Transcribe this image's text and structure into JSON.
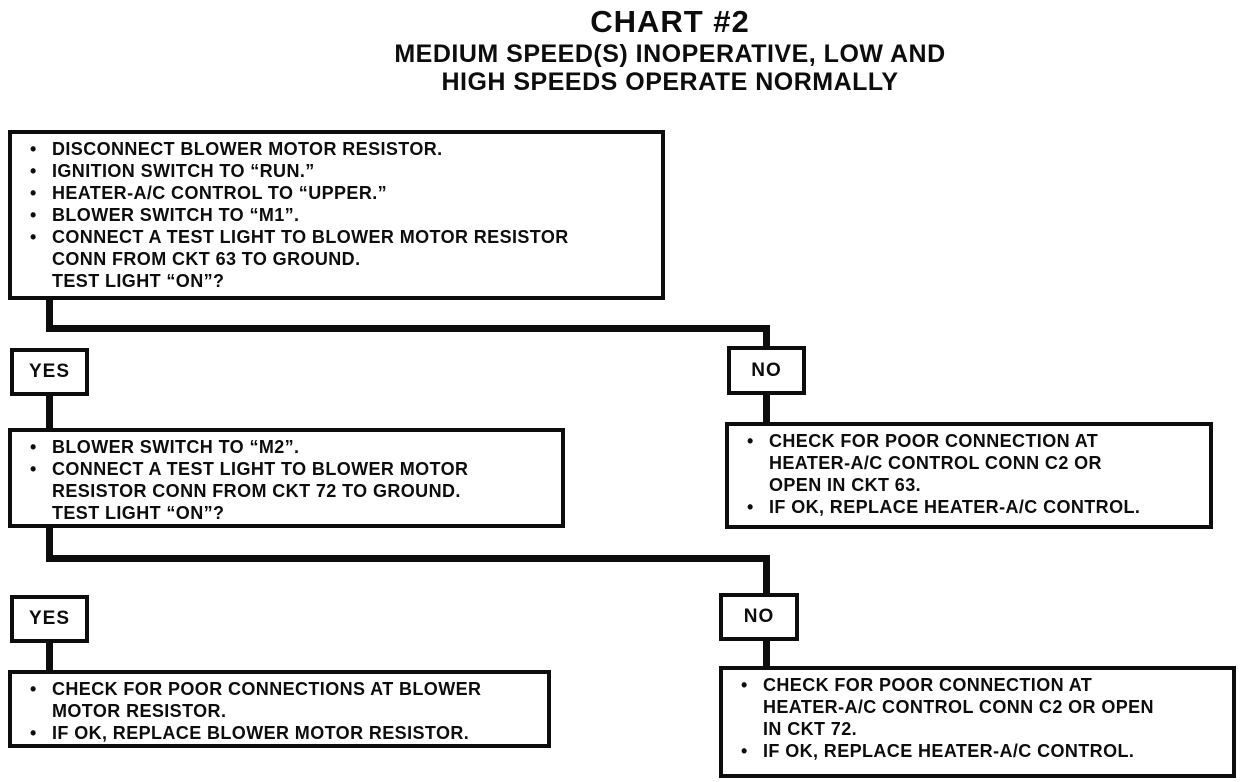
{
  "glyphs": {
    "bullet": "•"
  },
  "colors": {
    "ink": "#0d0d0d",
    "paper": "#ffffff"
  },
  "title": {
    "heading": "CHART #2",
    "subtitle_line1": "MEDIUM SPEED(S) INOPERATIVE, LOW AND",
    "subtitle_line2": "HIGH SPEEDS OPERATE NORMALLY"
  },
  "flowchart": {
    "step1": {
      "lines": [
        {
          "bullet": true,
          "text": "DISCONNECT BLOWER MOTOR RESISTOR."
        },
        {
          "bullet": true,
          "text": "IGNITION SWITCH TO “RUN.”"
        },
        {
          "bullet": true,
          "text": "HEATER-A/C CONTROL TO “UPPER.”"
        },
        {
          "bullet": true,
          "text": "BLOWER SWITCH TO “M1”."
        },
        {
          "bullet": true,
          "text": "CONNECT A TEST LIGHT TO BLOWER MOTOR RESISTOR"
        },
        {
          "bullet": false,
          "text": "CONN FROM CKT 63 TO GROUND."
        },
        {
          "bullet": false,
          "text": "TEST LIGHT “ON”?"
        }
      ]
    },
    "branch1": {
      "yes": "YES",
      "no": "NO"
    },
    "step2": {
      "lines": [
        {
          "bullet": true,
          "text": "BLOWER SWITCH TO “M2”."
        },
        {
          "bullet": true,
          "text": "CONNECT A TEST LIGHT TO BLOWER MOTOR"
        },
        {
          "bullet": false,
          "text": "RESISTOR CONN FROM CKT 72 TO GROUND."
        },
        {
          "bullet": false,
          "text": "TEST LIGHT “ON”?"
        }
      ]
    },
    "result_no1": {
      "lines": [
        {
          "bullet": true,
          "text": "CHECK FOR POOR CONNECTION AT"
        },
        {
          "bullet": false,
          "text": "HEATER-A/C CONTROL CONN C2 OR"
        },
        {
          "bullet": false,
          "text": "OPEN IN CKT 63."
        },
        {
          "bullet": true,
          "text": "IF OK, REPLACE HEATER-A/C CONTROL."
        }
      ]
    },
    "branch2": {
      "yes": "YES",
      "no": "NO"
    },
    "result_yes2": {
      "lines": [
        {
          "bullet": true,
          "text": "CHECK FOR POOR CONNECTIONS AT BLOWER"
        },
        {
          "bullet": false,
          "text": "MOTOR RESISTOR."
        },
        {
          "bullet": true,
          "text": "IF OK, REPLACE BLOWER MOTOR RESISTOR."
        }
      ]
    },
    "result_no2": {
      "lines": [
        {
          "bullet": true,
          "text": "CHECK FOR POOR CONNECTION AT"
        },
        {
          "bullet": false,
          "text": "HEATER-A/C CONTROL CONN C2 OR OPEN"
        },
        {
          "bullet": false,
          "text": "IN CKT 72."
        },
        {
          "bullet": true,
          "text": "IF OK, REPLACE HEATER-A/C CONTROL."
        }
      ]
    }
  }
}
